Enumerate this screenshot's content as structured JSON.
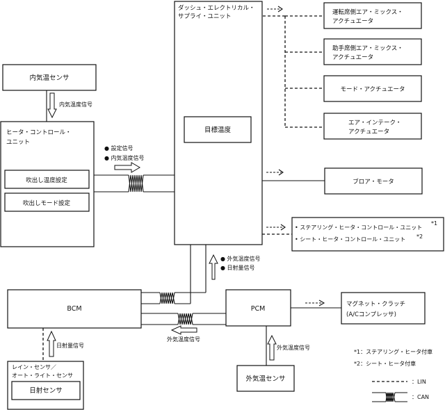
{
  "blocks": {
    "dash_unit": {
      "line1": "ダッシュ・エレクトリカル・",
      "line2": "サプライ・ユニット"
    },
    "target_temp": "目標温度",
    "interior_sensor": "内気温センサ",
    "heater_control": {
      "line1": "ヒータ・コントロール・",
      "line2": "ユニット"
    },
    "outlet_temp_setting": "吹出し温度設定",
    "outlet_mode_setting": "吹出しモード設定",
    "driver_air_mix": {
      "line1": "運転席側エア・ミックス・",
      "line2": "アクチュエータ"
    },
    "passenger_air_mix": {
      "line1": "助手席側エア・ミックス・",
      "line2": "アクチュエータ"
    },
    "mode_actuator": "モード・アクチュエータ",
    "air_intake": {
      "line1": "エア・インテーク・",
      "line2": "アクチュエータ"
    },
    "blower_motor": "ブロア・モータ",
    "heater_units": {
      "item1": "• ステアリング・ヒータ・コントロール・ユニット",
      "item1_note": "*1",
      "item2": "• シート・ヒータ・コントロール・ユニット",
      "item2_note": "*2"
    },
    "bcm": "BCM",
    "pcm": "PCM",
    "magnet_clutch": {
      "line1": "マグネット・クラッチ",
      "line2": "(A/Cコンプレッサ)"
    },
    "outside_sensor": "外気温センサ",
    "rain_sensor": {
      "line1": "レイン・センサ／",
      "line2": "オート・ライト・センサ"
    },
    "solar_sensor": "日射センサ"
  },
  "signals": {
    "interior_temp_signal": "内気温度信号",
    "hcu_to_dash": [
      "● 設定信号",
      "● 内気温度信号"
    ],
    "bcm_to_dash": [
      "● 外気温度信号",
      "● 日射量信号"
    ],
    "pcm_to_bcm": "外気温度信号",
    "solar_signal": "日射量信号",
    "outside_to_pcm": "外気温度信号"
  },
  "notes": {
    "note1": "*1：ステアリング・ヒータ付車",
    "note2": "*2：シート・ヒータ付車"
  },
  "legend": {
    "lin": "：LIN",
    "can": "：CAN"
  }
}
